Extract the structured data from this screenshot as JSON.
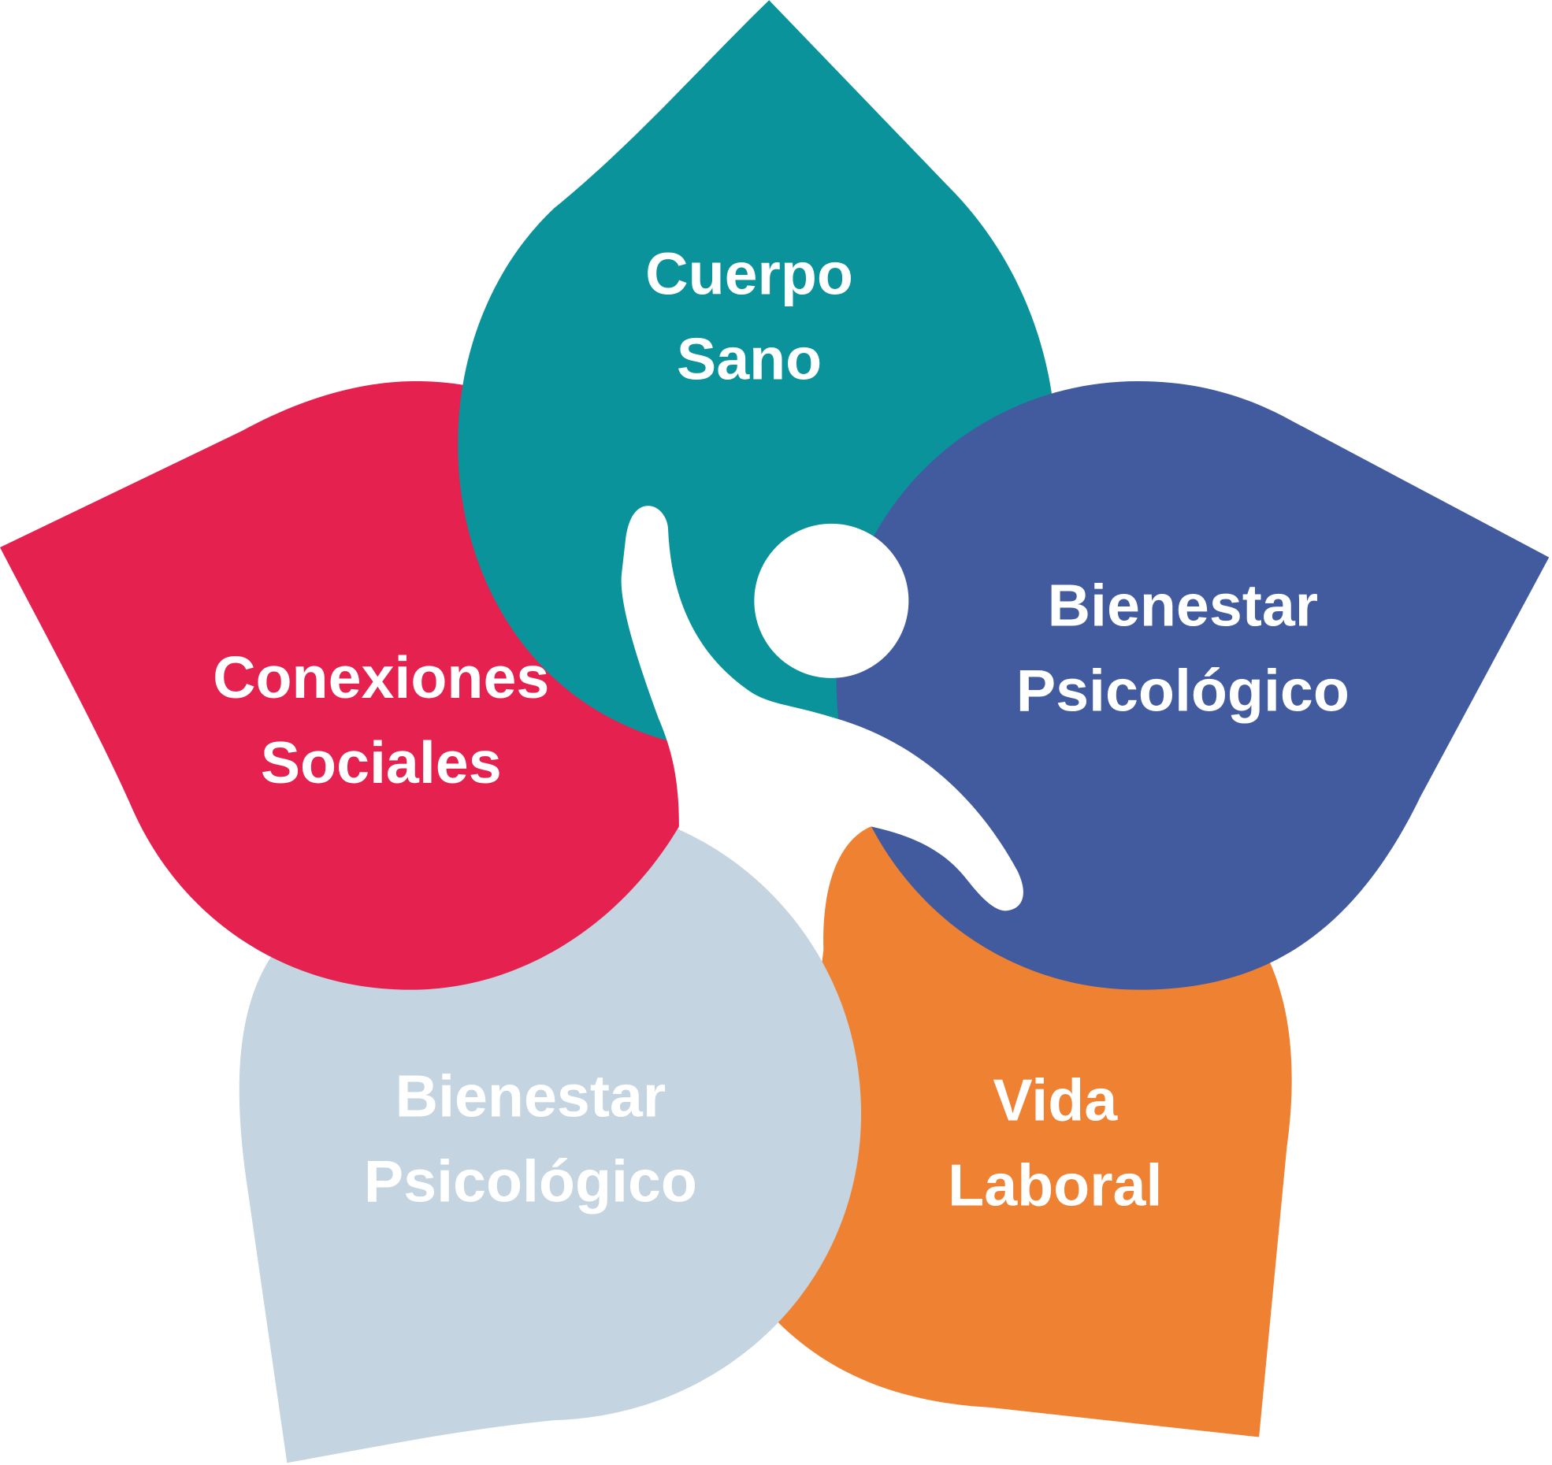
{
  "petals": [
    {
      "id": "cuerpo-sano",
      "lines": [
        "Cuerpo",
        "Sano"
      ],
      "color": "#0B939B"
    },
    {
      "id": "bienestar-psicologico-right",
      "lines": [
        "Bienestar",
        "Psicológico"
      ],
      "color": "#425B9F"
    },
    {
      "id": "vida-laboral",
      "lines": [
        "Vida",
        "Laboral"
      ],
      "color": "#EF8133"
    },
    {
      "id": "bienestar-psicologico-left",
      "lines": [
        "Bienestar",
        "Psicológico"
      ],
      "color": "#C4D4E0"
    },
    {
      "id": "conexiones-sociales",
      "lines": [
        "Conexiones",
        "Sociales"
      ],
      "color": "#E4214F"
    }
  ],
  "figure_color": "#FFFFFF"
}
